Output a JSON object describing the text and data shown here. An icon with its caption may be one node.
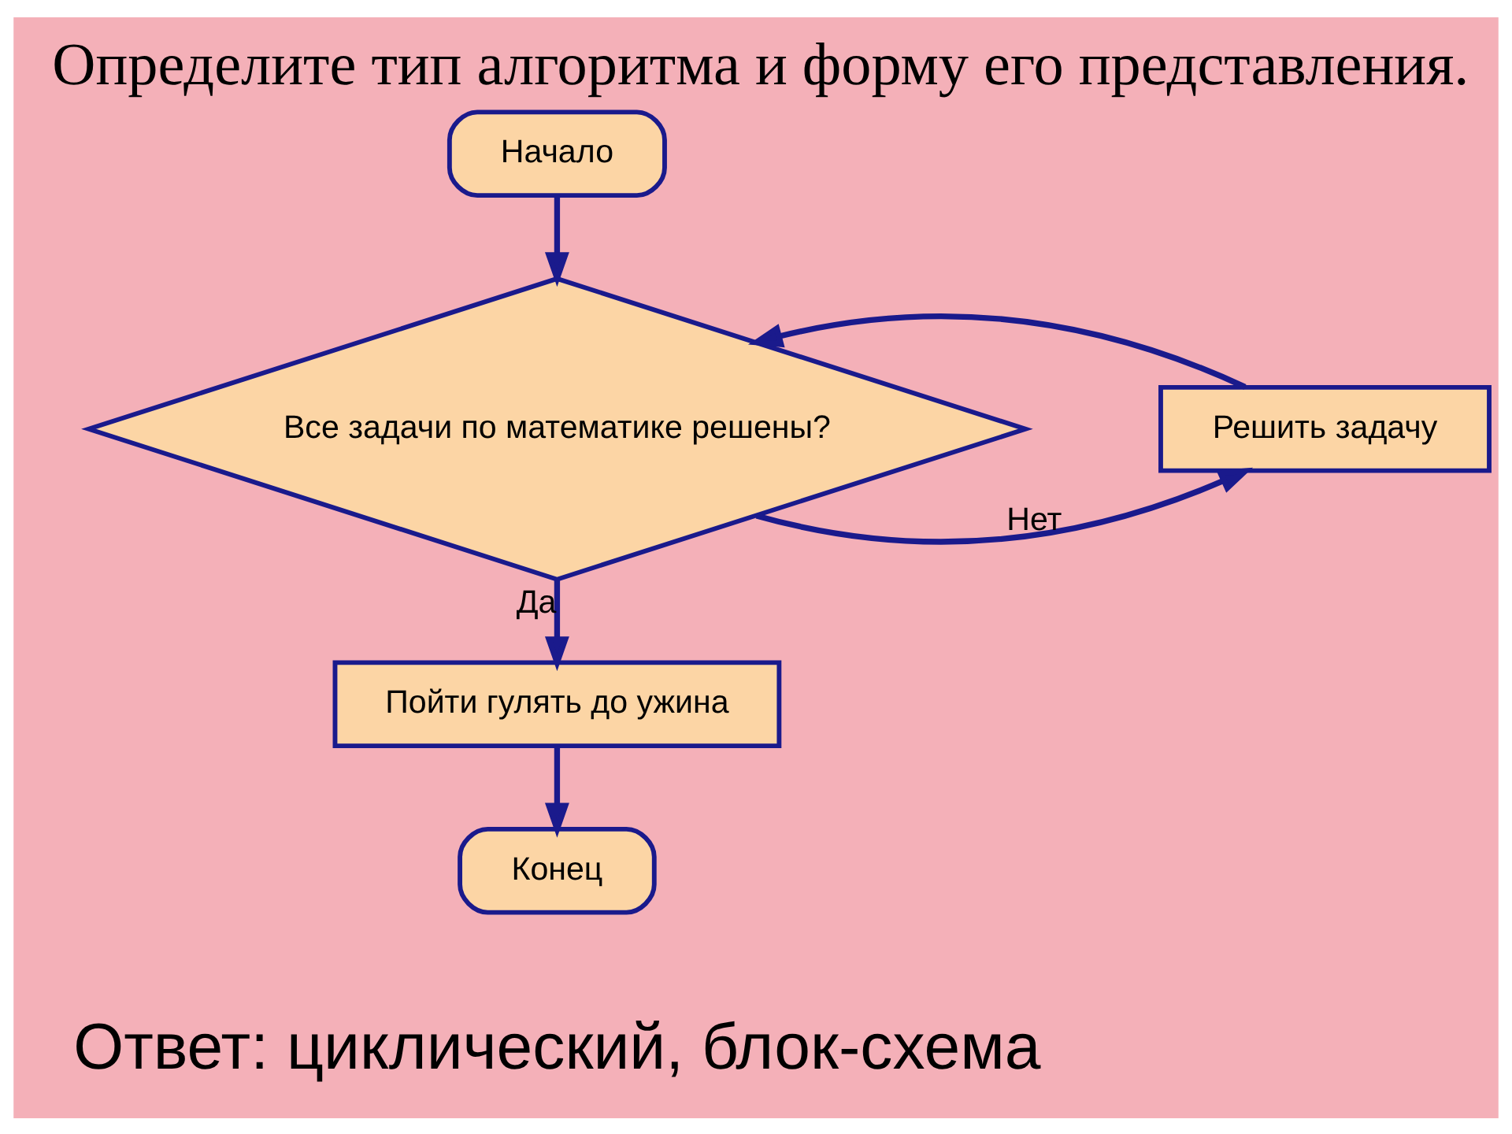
{
  "diagram": {
    "title": "Определите тип алгоритма и форму его представления.",
    "caption": "Ответ: циклический, блок-схема",
    "nodes": [
      {
        "text": [
          "Начало"
        ]
      },
      {
        "text": [
          "Все задачи по математике решены?"
        ]
      },
      {
        "text": [
          "Решить задачу"
        ]
      },
      {
        "text": [
          "Пойти гулять до ужина"
        ]
      },
      {
        "text": [
          "Конец"
        ]
      }
    ],
    "edges": [
      {
        "from": 0,
        "to": 1,
        "arrow": "to"
      },
      {
        "from": 1,
        "to": 2,
        "arrow": "to",
        "label": "Нет"
      },
      {
        "from": 2,
        "to": 1,
        "arrow": "to"
      },
      {
        "from": 1,
        "to": 3,
        "arrow": "to",
        "label": "Да"
      },
      {
        "from": 3,
        "to": 4,
        "arrow": "to"
      }
    ]
  }
}
